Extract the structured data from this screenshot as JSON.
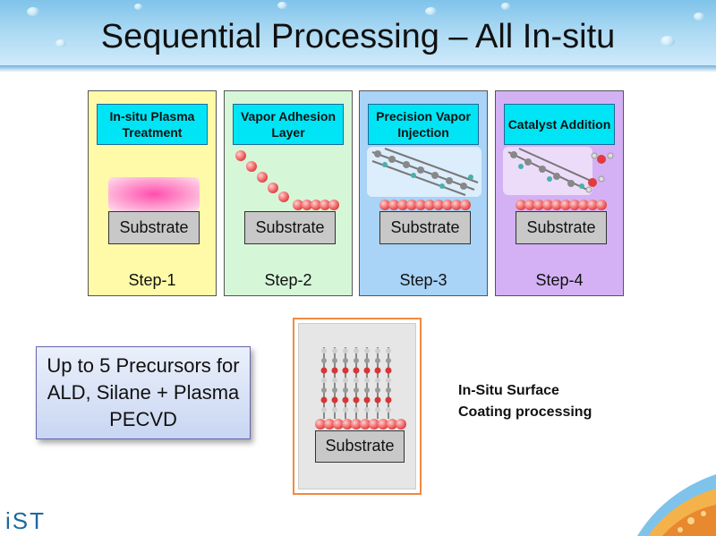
{
  "slide": {
    "title": "Sequential Processing – All In-situ",
    "logo_text": "iST"
  },
  "steps": [
    {
      "label": "In-situ Plasma Treatment",
      "substrate": "Substrate",
      "step": "Step-1",
      "background": "#fffaa8"
    },
    {
      "label": "Vapor Adhesion Layer",
      "substrate": "Substrate",
      "step": "Step-2",
      "background": "#d6f6d8"
    },
    {
      "label": "Precision Vapor Injection",
      "substrate": "Substrate",
      "step": "Step-3",
      "background": "#a9d3f7"
    },
    {
      "label": "Catalyst Addition",
      "substrate": "Substrate",
      "step": "Step-4",
      "background": "#d4b1f4"
    }
  ],
  "callout": {
    "text": "Up to 5 Precursors for ALD, Silane + Plasma PECVD"
  },
  "result": {
    "substrate": "Substrate",
    "label_line1": "In-Situ Surface",
    "label_line2": "Coating processing"
  },
  "colors": {
    "label_box": "#00e5f5",
    "frame_accent": "#f08a40",
    "header": "#7fc3ea"
  }
}
